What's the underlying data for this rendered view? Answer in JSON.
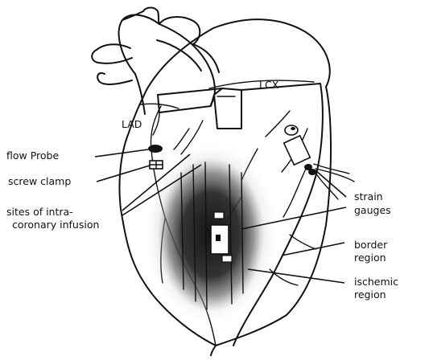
{
  "labels": {
    "lad": "LAD",
    "lcx": "LCX",
    "flow_probe": "flow Probe",
    "screw_clamp": "screw clamp",
    "sites_line1": "sites of intra-",
    "sites_line2": "coronary infusion",
    "strain_line1": "strain",
    "strain_line2": "gauges",
    "border_line1": "border",
    "border_line2": "region",
    "ischemic_line1": "ischemic",
    "ischemic_line2": "region"
  }
}
